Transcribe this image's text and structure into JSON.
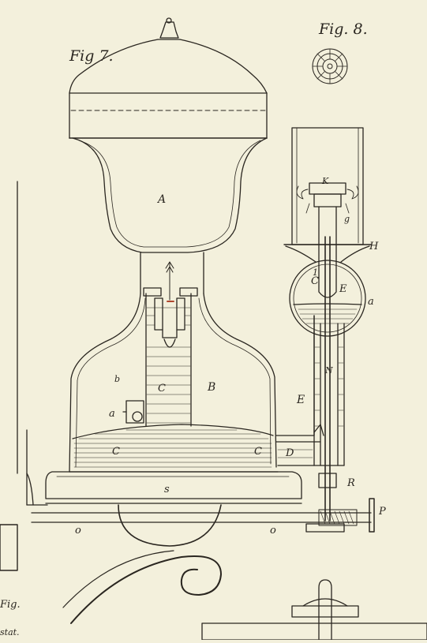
{
  "figures": {
    "fig7": "Fig 7.",
    "fig8": "Fig. 8."
  },
  "labels": {
    "A": "A",
    "B": "B",
    "C_upper": "C",
    "C_left": "C",
    "C_right": "C",
    "C_globe": "C",
    "E_globe": "E",
    "E_pipe": "E",
    "D": "D",
    "S": "s",
    "R": "R",
    "P": "P",
    "H": "H",
    "K": "K",
    "g": "g",
    "a_globe": "a",
    "a_left": "a",
    "b": "b",
    "N": "N",
    "o_left": "o",
    "o_right": "o",
    "one": "1",
    "edge_bottom": "Fig.",
    "edge_text": "stat."
  },
  "colors": {
    "paper": "#f3f0dc",
    "ink": "#2a2620",
    "accent": "#b0472e"
  }
}
